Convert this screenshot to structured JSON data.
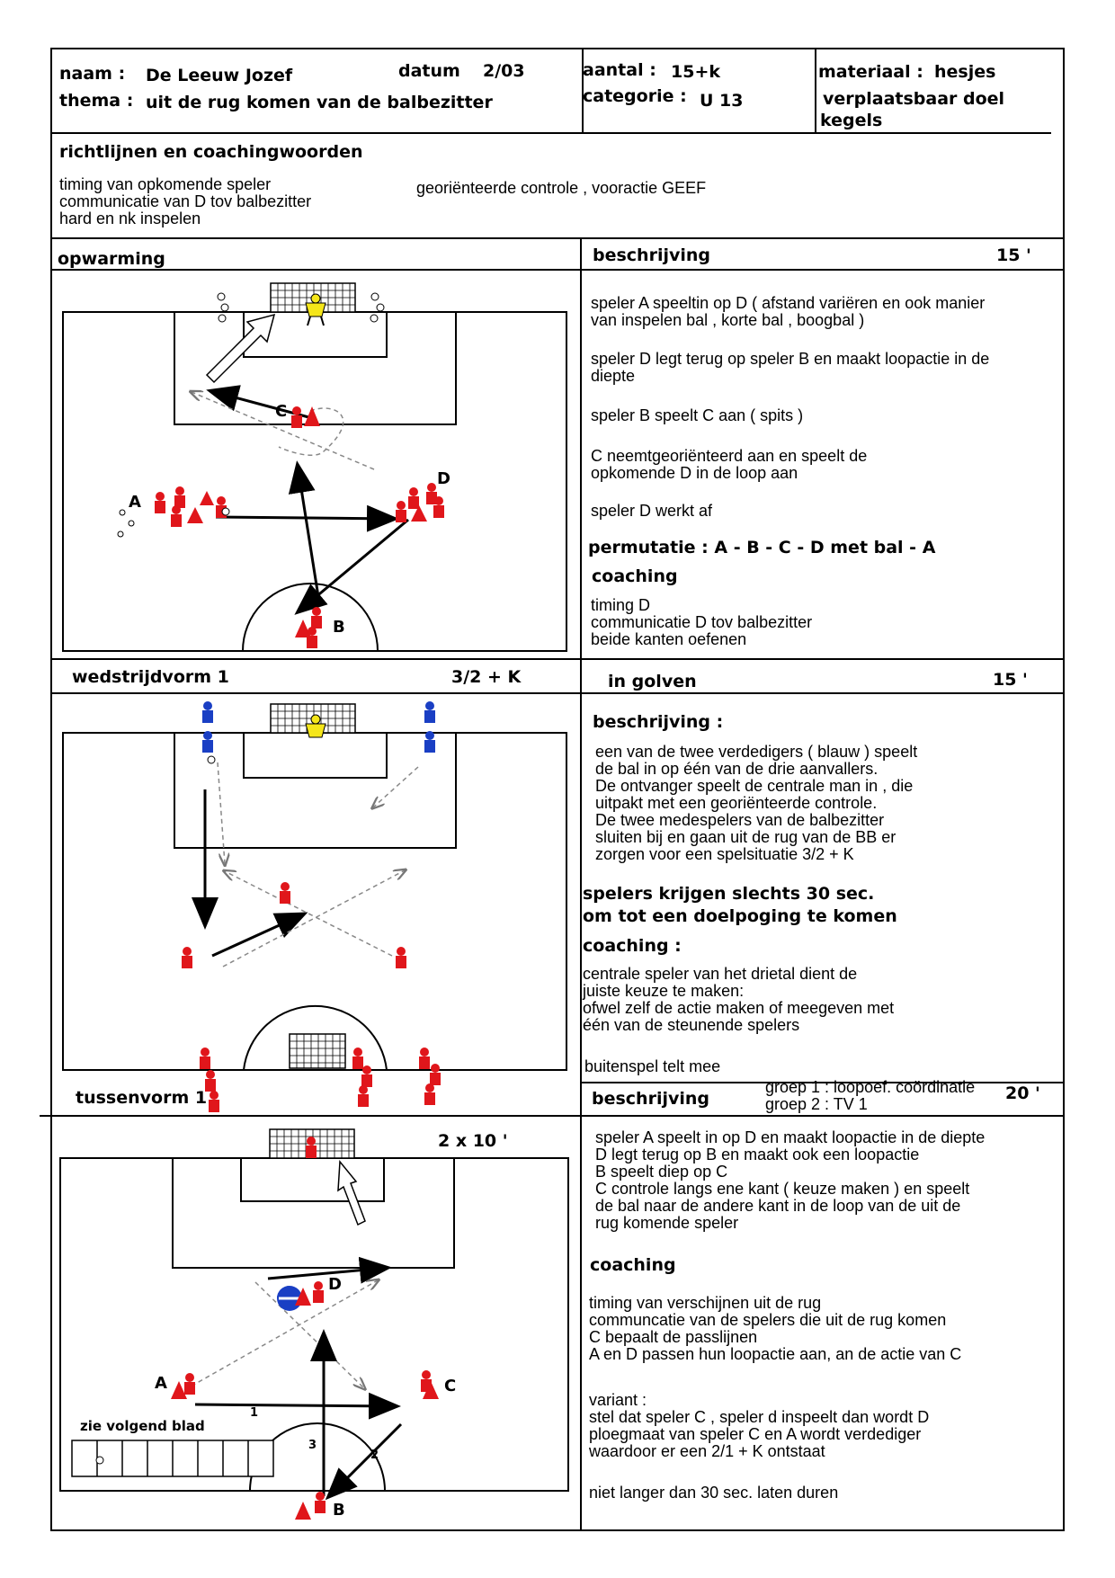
{
  "header": {
    "naam_label": "naam :",
    "naam_value": "De Leeuw Jozef",
    "thema_label": "thema :",
    "thema_value": "uit de rug komen van de balbezitter",
    "datum_label": "datum",
    "datum_value": "2/03",
    "aantal_label": "aantal :",
    "aantal_value": "15+k",
    "categorie_label": "categorie :",
    "categorie_value": "U 13",
    "materiaal_label": "materiaal :",
    "materiaal_lines": [
      "hesjes",
      "verplaatsbaar doel",
      "kegels"
    ]
  },
  "guidelines": {
    "title": "richtlijnen en coachingwoorden",
    "left_lines": [
      "timing van opkomende speler",
      "communicatie van D tov balbezitter",
      "hard en nk inspelen"
    ],
    "right_line": "georiënteerde controle , vooractie  GEEF"
  },
  "section1": {
    "title": "opwarming",
    "desc_title": "beschrijving",
    "duration": "15 '",
    "paragraphs": [
      [
        "speler A speeltin op D ( afstand variëren en ook manier",
        "van inspelen bal , korte bal , boogbal )"
      ],
      [
        "speler D legt terug op speler B en maakt loopactie in de",
        "diepte"
      ],
      [
        "speler B speelt C aan ( spits )"
      ],
      [
        "C neemtgeoriënteerd aan en speelt de",
        "opkomende D in de loop aan"
      ],
      [
        "speler D  werkt af"
      ]
    ],
    "permutatie": "permutatie : A - B - C - D met bal - A",
    "coaching_title": "coaching",
    "coaching_lines": [
      "timing D",
      "communicatie D tov balbezitter",
      "beide kanten oefenen"
    ],
    "player_labels": {
      "a": "A",
      "b": "B",
      "c": "C",
      "d": "D"
    }
  },
  "section2": {
    "title": "wedstrijdvorm 1",
    "ratio": "3/2 + K",
    "right_title": "in golven",
    "duration": "15 '",
    "desc_title": "beschrijving :",
    "desc_lines": [
      "een van de twee verdedigers ( blauw ) speelt",
      "de bal in op één van de drie aanvallers.",
      "De ontvanger speelt de centrale man in , die",
      "uitpakt met een georiënteerde controle.",
      "De twee medespelers van de balbezitter",
      "sluiten bij en gaan uit de rug van de BB er",
      "zorgen voor een spelsituatie 3/2 + K"
    ],
    "bold_lines": [
      "spelers krijgen slechts 30 sec.",
      "om tot een doelpoging te komen"
    ],
    "coaching_title": "coaching :",
    "coaching_lines": [
      "centrale speler van het drietal dient de",
      "juiste keuze te maken:",
      "ofwel zelf de actie maken of meegeven met",
      "één van de steunende spelers"
    ],
    "offside": "buitenspel telt mee"
  },
  "section3": {
    "title": "tussenvorm 1",
    "duration_sets": "2 x 10 '",
    "desc_title": "beschrijving",
    "groups": [
      "groep 1 : loopoef. coördinatie",
      "groep 2 : TV 1"
    ],
    "duration": "20 '",
    "desc_lines": [
      "speler A speelt in op D en maakt loopactie in de diepte",
      "D legt terug op B en maakt ook een loopactie",
      "B speelt diep op C",
      "C controle langs ene kant ( keuze maken ) en speelt",
      "de bal naar de andere kant  in de loop van de uit de",
      "rug komende speler"
    ],
    "coaching_title": "coaching",
    "coaching_lines": [
      "timing van verschijnen uit de rug",
      "communcatie van de spelers die uit de rug komen",
      "C bepaalt de passlijnen",
      "A en D passen hun loopactie aan, an de actie van C"
    ],
    "variant_lines": [
      "variant :",
      "stel dat speler C , speler d inspeelt dan wordt D",
      "ploegmaat van speler C en A wordt verdediger",
      "waardoor er een 2/1 + K ontstaat"
    ],
    "final_line": "niet langer dan 30 sec. laten duren",
    "see_next": "zie volgend blad",
    "player_labels": {
      "a": "A",
      "b": "B",
      "c": "C",
      "d": "D"
    },
    "pass_numbers": [
      "1",
      "2",
      "3"
    ]
  },
  "colors": {
    "player_red": "#e0161b",
    "defender_blue": "#1a3fc4",
    "keeper_yellow": "#f5e61a",
    "cone_red": "#e0161b"
  }
}
